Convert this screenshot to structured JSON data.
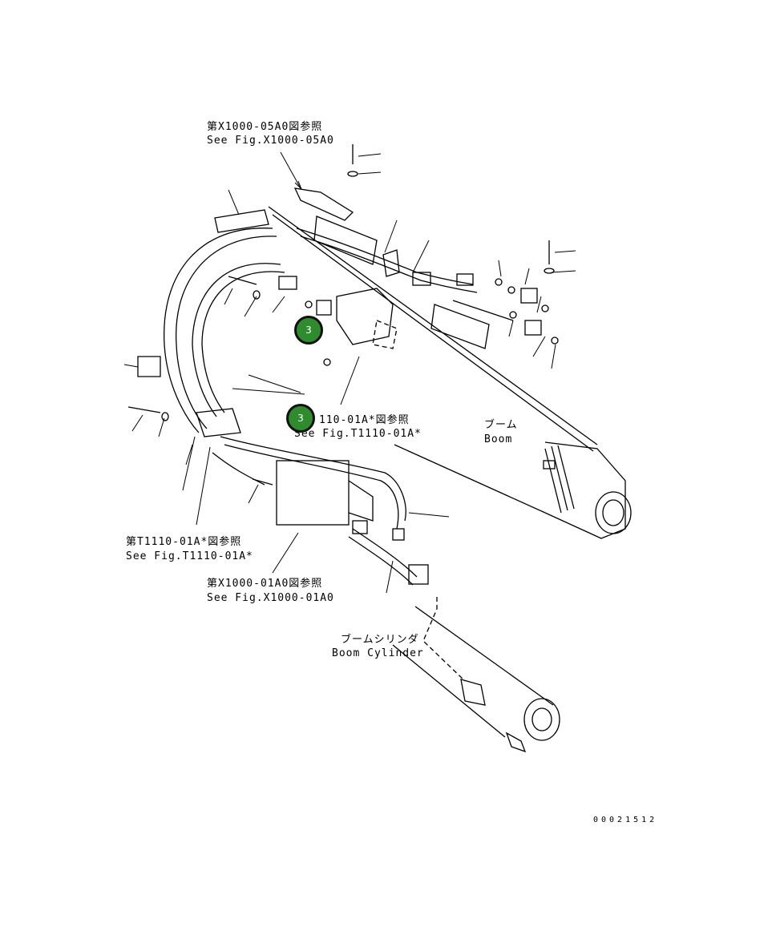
{
  "labels": {
    "ref_x1000_05a0_jp": "第X1000-05A0図参照",
    "ref_x1000_05a0_en": "See Fig.X1000-05A0",
    "ref_t1110_01a_upper_jp": "110-01A*図参照",
    "ref_t1110_01a_upper_en": "See Fig.T1110-01A*",
    "ref_t1110_01a_lower_jp": "第T1110-01A*図参照",
    "ref_t1110_01a_lower_en": "See Fig.T1110-01A*",
    "ref_x1000_01a0_jp": "第X1000-01A0図参照",
    "ref_x1000_01a0_en": "See Fig.X1000-01A0",
    "boom_jp": "ブーム",
    "boom_en": "Boom",
    "boom_cylinder_jp": "ブームシリンダ",
    "boom_cylinder_en": "Boom Cylinder"
  },
  "callouts": [
    {
      "number": "3"
    },
    {
      "number": "3"
    }
  ],
  "document_number": "00021512",
  "colors": {
    "marker_fill": "#2e8b2e",
    "marker_border": "#111111",
    "line": "#000000"
  }
}
